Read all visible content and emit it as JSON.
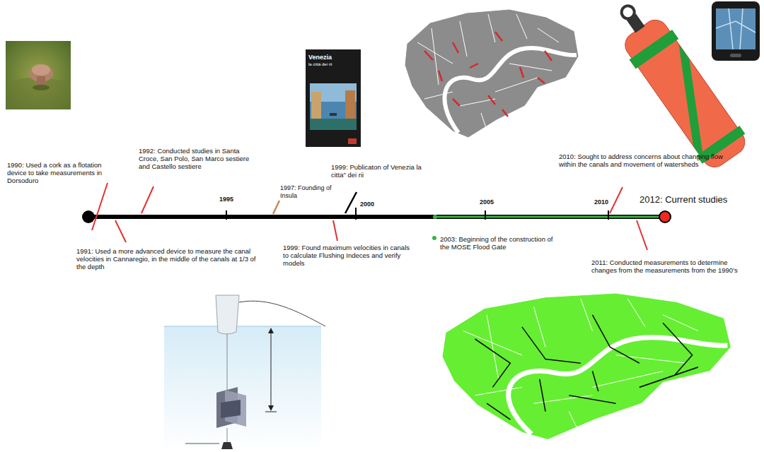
{
  "diagram": {
    "labels": [
      "1990: Used a cork as a flotation device to take measurements in Dorsoduro",
      "1992: Conducted studies in Santa Croce, San Polo, San Marco sestiere and Castello sestiere",
      "1997: Founding of Insula",
      "1999:  Publicaton of Venezia la citta\" dei rii",
      "1995",
      "2000",
      "2005",
      "2010",
      "2012: Current studies",
      "2010: Sought to address concerns about changing flow within the canals and movement of watersheds",
      "1991: Used a more advanced device to measure the canal velocities in Cannaregio, in the middle of the canals at 1/3 of the depth",
      "1999: Found maximum velocities in canals to calculate Flushing Indeces and verify models",
      "2003: Beginning of the construction of the MOSE Flood Gate",
      "2011: Conducted measurements to determine changes from the measurements from the 1990's",
      "Venezia",
      "la città dei rii"
    ]
  }
}
